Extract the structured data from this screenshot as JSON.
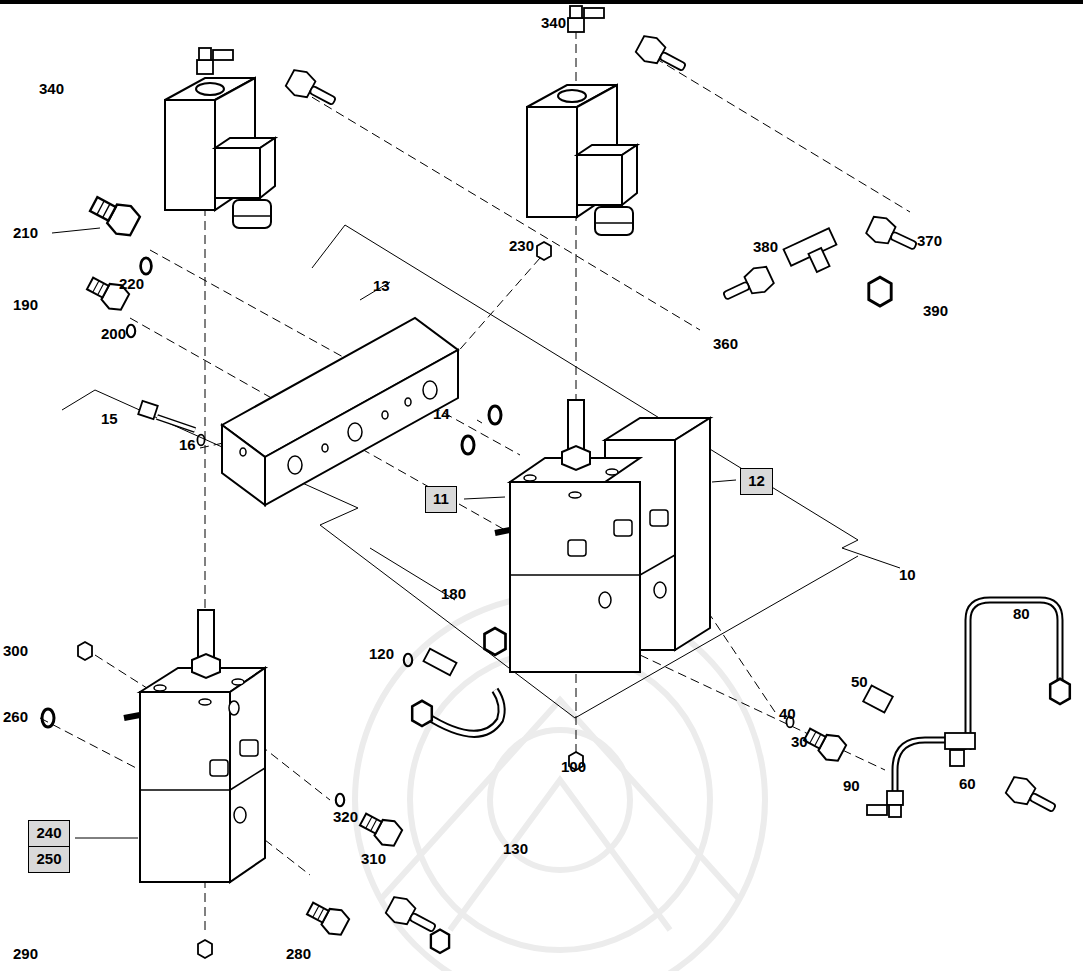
{
  "diagram": {
    "nodes": [
      {
        "text": [
          "12"
        ]
      },
      {
        "text": [
          "11"
        ]
      },
      {
        "text": [
          "240"
        ]
      },
      {
        "text": [
          "250"
        ]
      }
    ],
    "labels": [
      "340",
      "340",
      "210",
      "220",
      "230",
      "13",
      "190",
      "200",
      "370",
      "380",
      "390",
      "360",
      "15",
      "16",
      "14",
      "10",
      "300",
      "260",
      "40",
      "30",
      "50",
      "80",
      "180",
      "120",
      "100",
      "90",
      "60",
      "320",
      "310",
      "130",
      "290",
      "280"
    ]
  }
}
